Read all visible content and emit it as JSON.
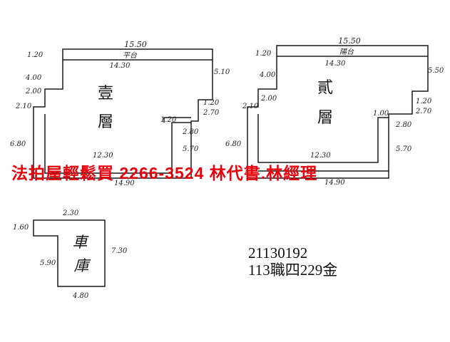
{
  "colors": {
    "line": "#1a1a1a",
    "banner": "#e8000b"
  },
  "floor1": {
    "room": [
      "壹",
      "層"
    ],
    "balcony": "平台",
    "dims": {
      "total_width": "15.50",
      "inner_width": "14.30",
      "wall": "1.20",
      "step": "4.00",
      "step_b": "2.00",
      "side": "2.10",
      "height": "6.80",
      "notch": "1.20",
      "notch_b": "2.70",
      "right_top": "5.10",
      "left_low": "1.20",
      "mid": "2.80",
      "right_low": "5.70",
      "bottom": "12.30",
      "bottom_b": "14.90"
    }
  },
  "floor2": {
    "room": [
      "貳",
      "層"
    ],
    "balcony": "陽台",
    "dims": {
      "total_width": "15.50",
      "inner_width": "14.30",
      "wall": "1.20",
      "step": "4.00",
      "step_b": "2.00",
      "side": "2.10",
      "height": "6.80",
      "right_top": "5.50",
      "notch": "1.20",
      "notch_b": "2.70",
      "left_low": "1.00",
      "mid": "2.80",
      "right_low": "5.70",
      "bottom": "12.30",
      "bottom_b": "14.90"
    }
  },
  "garage": {
    "room": [
      "車",
      "庫"
    ],
    "dims": {
      "top": "2.30",
      "left": "1.60",
      "side": "5.90",
      "right": "7.30",
      "bottom": "4.80"
    }
  },
  "banner": {
    "text": "法拍屋輕鬆買  2266-3524  林代書.林經理"
  },
  "case": {
    "number": "21130192",
    "reference": "113職四229金"
  }
}
